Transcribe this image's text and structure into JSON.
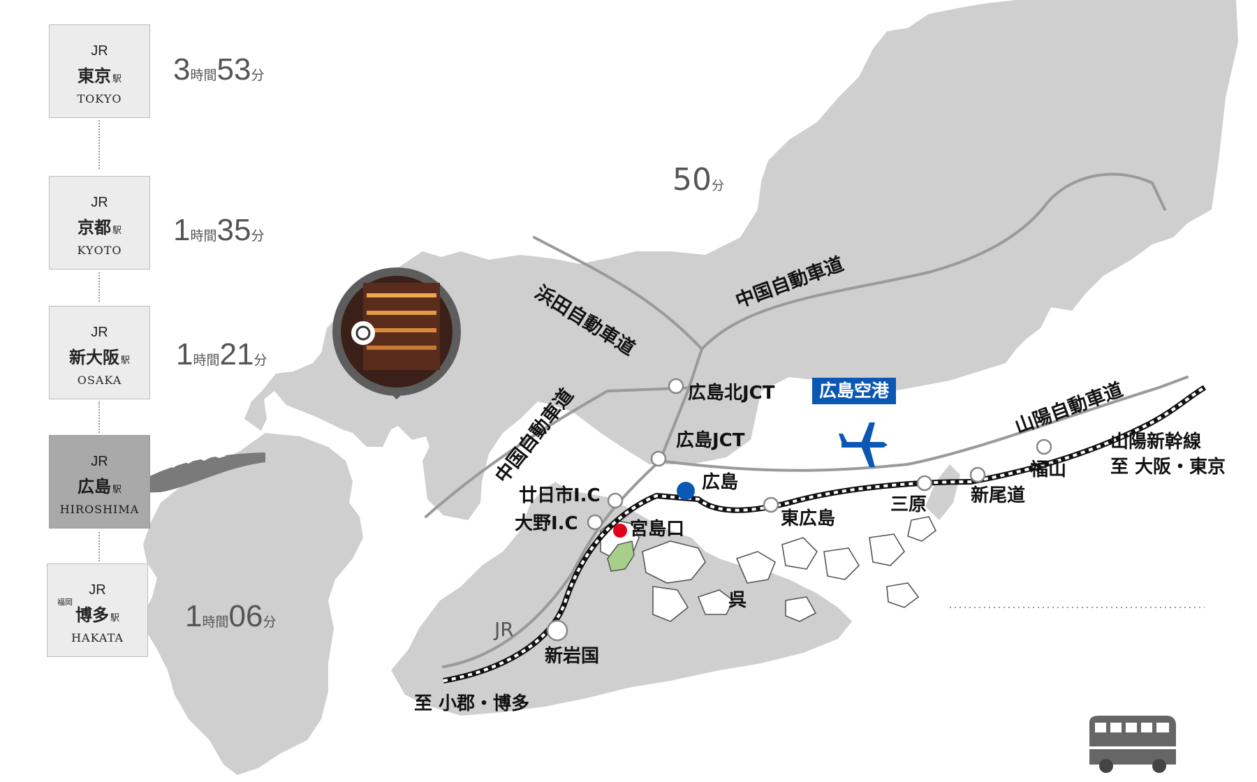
{
  "stations": [
    {
      "jr": "JR",
      "name": "東京",
      "suffix": "駅",
      "en": "TOKYO",
      "pref": "",
      "hours": "3",
      "hour_unit": "時間",
      "mins": "53",
      "min_unit": "分",
      "active": false
    },
    {
      "jr": "JR",
      "name": "京都",
      "suffix": "駅",
      "en": "KYOTO",
      "pref": "",
      "hours": "1",
      "hour_unit": "時間",
      "mins": "35",
      "min_unit": "分",
      "active": false
    },
    {
      "jr": "JR",
      "name": "新大阪",
      "suffix": "駅",
      "en": "OSAKA",
      "pref": "",
      "hours": "1",
      "hour_unit": "時間",
      "mins": "21",
      "min_unit": "分",
      "active": false
    },
    {
      "jr": "JR",
      "name": "広島",
      "suffix": "駅",
      "en": "HIROSHIMA",
      "pref": "",
      "hours": "",
      "hour_unit": "",
      "mins": "",
      "min_unit": "",
      "active": true
    },
    {
      "jr": "JR",
      "name": "博多",
      "suffix": "駅",
      "en": "HAKATA",
      "pref": "福岡",
      "hours": "1",
      "hour_unit": "時間",
      "mins": "06",
      "min_unit": "分",
      "active": false
    }
  ],
  "flight": {
    "mins": "50",
    "min_unit": "分"
  },
  "map": {
    "roads": {
      "hamada": "浜田自動車道",
      "chugoku_east": "中国自動車道",
      "chugoku_west": "中国自動車道",
      "sanyo": "山陽自動車道"
    },
    "places": {
      "hiroshima_kita_jct": "広島北JCT",
      "hiroshima_jct": "広島JCT",
      "hatsukaichi_ic": "廿日市I.C",
      "ono_ic": "大野I.C",
      "hiroshima": "広島",
      "miyajimaguchi": "宮島口",
      "higashi_hiroshima": "東広島",
      "mihara": "三原",
      "shin_onomichi": "新尾道",
      "fukuyama": "福山",
      "kure": "呉",
      "shin_iwakuni": "新岩国",
      "jr": "JR",
      "to_kokura": "至 小郡・博多",
      "sanyo_shinkansen": "山陽新幹線",
      "to_osaka": "至 大阪・東京"
    },
    "airport": "広島空港"
  },
  "colors": {
    "land": "#cfcfcf",
    "road": "#9a9a9a",
    "airport": "#0b58b4",
    "hiroshima_dot": "#0b58b4",
    "miyajima_dot": "#e0001b",
    "miyajima_island": "#a8cf8a"
  },
  "icons": [
    "plane-icon",
    "bullet-train-icon",
    "bus-icon",
    "hotel-pin-icon",
    "crest-icon"
  ]
}
